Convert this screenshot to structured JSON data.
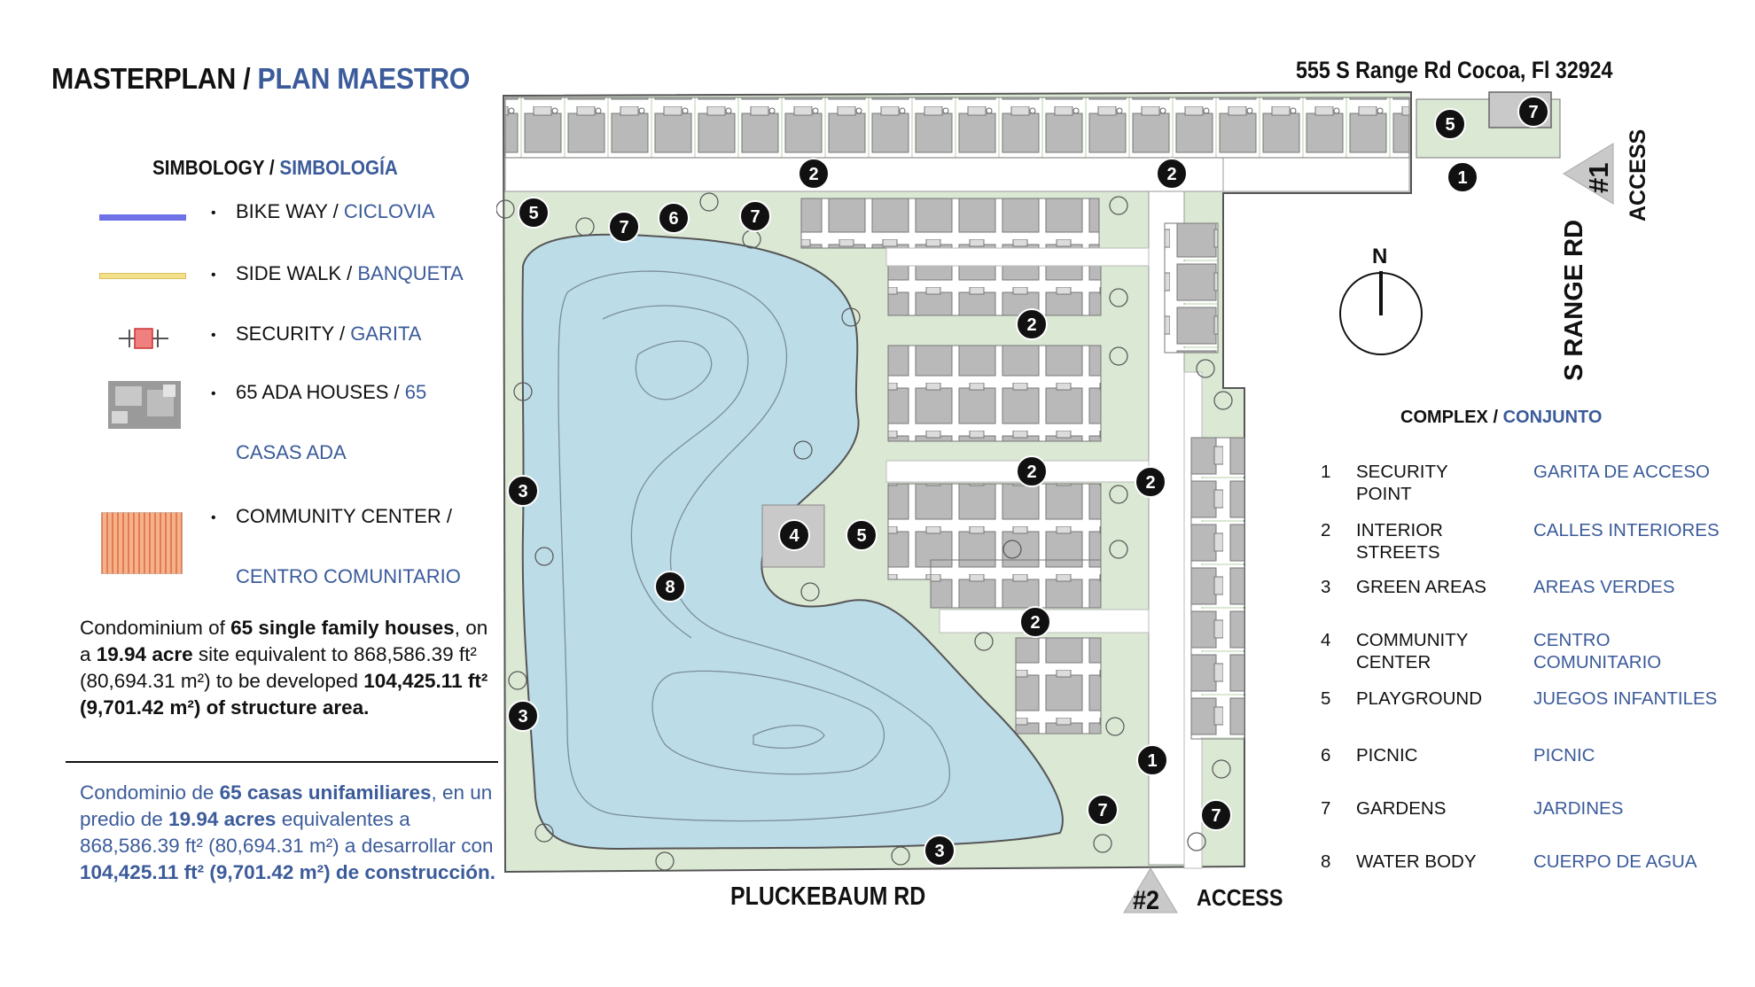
{
  "title": {
    "en": "MASTERPLAN",
    "sep": " / ",
    "es": "PLAN MAESTRO"
  },
  "address": "555 S Range Rd Cocoa, Fl 32924",
  "simbology": {
    "en": "SIMBOLOGY",
    "sep": " / ",
    "es": "SIMBOLOGÍA"
  },
  "legend": [
    {
      "en": "BIKE WAY",
      "sep": " / ",
      "es": "CICLOVIA",
      "symbol": "bikeway",
      "color": "#6e72e6"
    },
    {
      "en": "SIDE WALK",
      "sep": " / ",
      "es": "BANQUETA",
      "symbol": "sidewalk",
      "color": "#f2e18a"
    },
    {
      "en": "SECURITY",
      "sep": " / ",
      "es": "GARITA",
      "symbol": "security",
      "color": "#f08080"
    },
    {
      "en": "65 ADA HOUSES",
      "sep": " / ",
      "es": "65",
      "es2": "CASAS ADA",
      "symbol": "house"
    },
    {
      "en": "COMMUNITY CENTER /",
      "es2": "CENTRO COMUNITARIO",
      "symbol": "community",
      "color": "#f4a37a"
    }
  ],
  "desc_en": {
    "p1": "Condominium of ",
    "b1": "65 single family houses",
    "p2": ", on a ",
    "b2": "19.94 acre",
    "p3": " site equivalent to 868,586.39 ft² (80,694.31 m²) to be developed ",
    "b3": "104,425.11 ft² (9,701.42 m²) of structure area."
  },
  "desc_es": {
    "p1": "Condominio de ",
    "b1": "65 casas unifamiliares",
    "p2": ", en un predio de ",
    "b2": "19.94 acres",
    "p3": " equivalentes a 868,586.39 ft² (80,694.31 m²) a desarrollar con ",
    "b3": "104,425.11 ft² (9,701.42 m²) de construcción."
  },
  "roads": {
    "south": "PLUCKEBAUM RD",
    "east": "S RANGE RD"
  },
  "access": {
    "a1": {
      "num": "#1",
      "label": "ACCESS"
    },
    "a2": {
      "num": "#2",
      "label": "ACCESS"
    }
  },
  "north": "N",
  "complex_title": {
    "en": "COMPLEX",
    "sep": " / ",
    "es": "CONJUNTO"
  },
  "complex": [
    {
      "n": "1",
      "en": "Security point",
      "es": "Garita de acceso"
    },
    {
      "n": "2",
      "en": "Interior streets",
      "es": "Calles interiores"
    },
    {
      "n": "3",
      "en": "Green areas",
      "es": "Areas verdes"
    },
    {
      "n": "4",
      "en": "Community center",
      "es": "Centro comunitario"
    },
    {
      "n": "5",
      "en": "Playground",
      "es": "Juegos infantiles"
    },
    {
      "n": "6",
      "en": "Picnic",
      "es": "Picnic"
    },
    {
      "n": "7",
      "en": "Gardens",
      "es": "Jardines"
    },
    {
      "n": "8",
      "en": "Water body",
      "es": "Cuerpo de agua"
    }
  ],
  "markers": {
    "m1a": "1",
    "m1b": "1",
    "m2a": "2",
    "m2b": "2",
    "m2c": "2",
    "m2d": "2",
    "m2e": "2",
    "m2f": "2",
    "m3a": "3",
    "m3b": "3",
    "m3c": "3",
    "m4": "4",
    "m5a": "5",
    "m5b": "5",
    "m5c": "5",
    "m6": "6",
    "m7a": "7",
    "m7b": "7",
    "m7c": "7",
    "m7d": "7",
    "m7e": "7",
    "m8": "8"
  },
  "colors": {
    "green": "#dbe8d4",
    "water": "#bcdce8",
    "house": "#b9b9b9",
    "street": "#ffffff",
    "accent": "#3b5b9a",
    "marker": "#111111"
  }
}
